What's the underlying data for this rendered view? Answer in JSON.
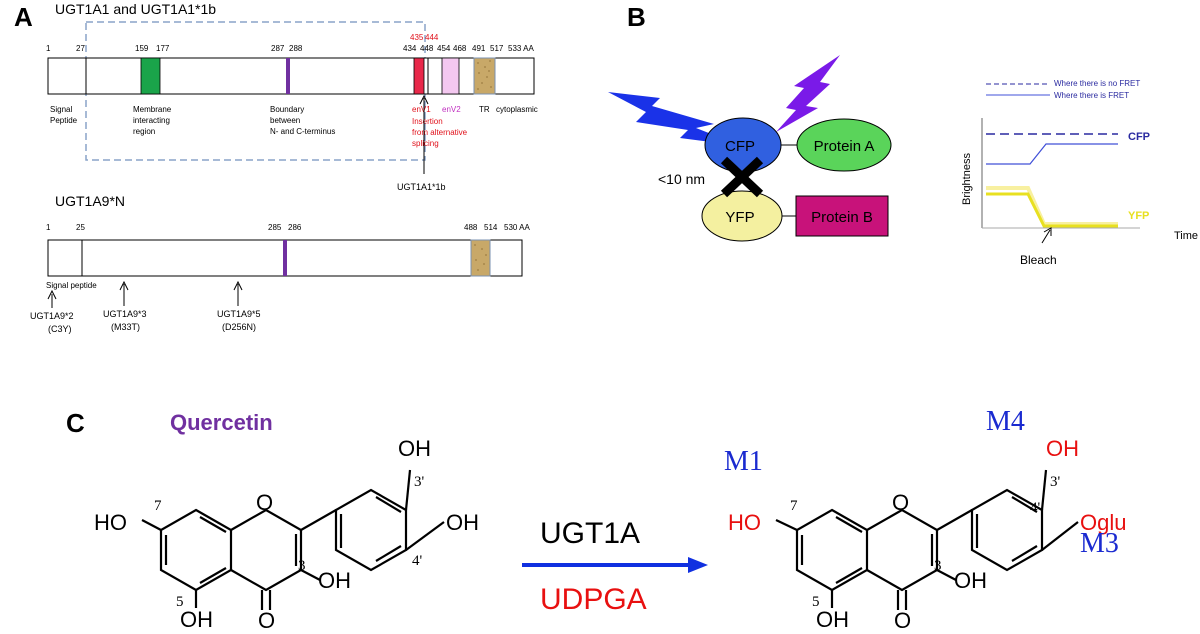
{
  "panel_a": {
    "letter": "A",
    "title1": "UGT1A1 and UGT1A1*1b",
    "nums1": [
      "1",
      "27",
      "159",
      "177",
      "287",
      "288",
      "434",
      "448",
      "454",
      "468",
      "491",
      "517",
      "533 AA"
    ],
    "nums1_red": [
      "435",
      "444"
    ],
    "labels1": {
      "signal": [
        "Signal",
        "Peptide"
      ],
      "membrane": [
        "Membrane",
        "interacting",
        "region"
      ],
      "boundary": [
        "Boundary",
        "between",
        "N- and C-terminus"
      ],
      "env1": "enV1",
      "env2": "enV2",
      "insertion": [
        "Insertion",
        "from alternative",
        "splicing"
      ],
      "tr": "TR",
      "cyto": "cytoplasmic",
      "variant": "UGT1A1*1b"
    },
    "title2": "UGT1A9*N",
    "nums2": [
      "1",
      "25",
      "285",
      "286",
      "488",
      "514",
      "530 AA"
    ],
    "labels2": {
      "signal": "Signal peptide",
      "m2": [
        "UGT1A9*2",
        "(C3Y)"
      ],
      "m3": [
        "UGT1A9*3",
        "(M33T)"
      ],
      "m5": [
        "UGT1A9*5",
        "(D256N)"
      ]
    },
    "colors": {
      "membrane": "#1aa44a",
      "boundary": "#7030a0",
      "env1": "#e8284a",
      "env2": "#f4c8f0",
      "tr": "#c8a868",
      "dashed_box": "#8aa4c8",
      "red_text": "#e0101a",
      "magenta_text": "#c030c0"
    }
  },
  "panel_b": {
    "letter": "B",
    "cfp": "CFP",
    "yfp": "YFP",
    "protein_a": "Protein A",
    "protein_b": "Protein B",
    "distance": "<10 nm",
    "legend": [
      "Where there is no FRET",
      "Where there is FRET"
    ],
    "ylabel": "Brightness",
    "xlabel": "Time",
    "series_cfp": "CFP",
    "series_yfp": "YFP",
    "bleach": "Bleach",
    "colors": {
      "cfp": "#3060e0",
      "protein_a": "#5ad45a",
      "yfp": "#f4f0a0",
      "protein_b": "#c8127a",
      "bolt": "#1a32e8",
      "bolt2": "#7a1ae8",
      "legend_text": "#2a2aa0",
      "yfp_text": "#e8e020"
    }
  },
  "panel_c": {
    "letter": "C",
    "name": "Quercetin",
    "enzyme": "UGT1A",
    "cofactor": "UDPGA",
    "left": {
      "oh_top": "OH",
      "pos3p": "3'",
      "oh_right": "OH",
      "pos4p": "4'",
      "ho": "HO",
      "pos7": "7",
      "o_ring": "O",
      "pos3": "3",
      "oh3": "OH",
      "pos5": "5",
      "o_ketone": "O",
      "oh5": "OH"
    },
    "right": {
      "m1": "M1",
      "m4": "M4",
      "m3": "M3",
      "oh_top": "OH",
      "pos3p": "3'",
      "oglu": "Oglu",
      "pos4p": "4'",
      "ho": "HO",
      "pos7": "7",
      "o_ring": "O",
      "pos3": "3",
      "oh3": "OH",
      "pos5": "5",
      "o_ketone": "O",
      "oh5": "OH"
    },
    "colors": {
      "name": "#7030a0",
      "arrow": "#1030e0",
      "cofactor": "#e81010",
      "metabolite": "#1a2ad0",
      "site": "#e81010"
    }
  }
}
